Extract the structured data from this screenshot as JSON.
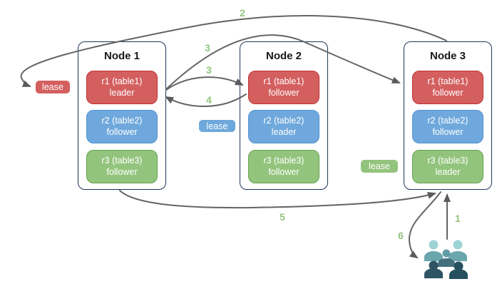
{
  "diagram": {
    "nodes": [
      {
        "title": "Node 1",
        "replicas": [
          {
            "name": "r1 (table1)",
            "role": "leader",
            "color": "red"
          },
          {
            "name": "r2 (table2)",
            "role": "follower",
            "color": "blue"
          },
          {
            "name": "r3 (table3)",
            "role": "follower",
            "color": "green"
          }
        ]
      },
      {
        "title": "Node 2",
        "replicas": [
          {
            "name": "r1 (table1)",
            "role": "follower",
            "color": "red"
          },
          {
            "name": "r2 (table2)",
            "role": "leader",
            "color": "blue"
          },
          {
            "name": "r3 (table3)",
            "role": "follower",
            "color": "green"
          }
        ]
      },
      {
        "title": "Node 3",
        "replicas": [
          {
            "name": "r1 (table1)",
            "role": "follower",
            "color": "red"
          },
          {
            "name": "r2 (table2)",
            "role": "follower",
            "color": "blue"
          },
          {
            "name": "r3 (table3)",
            "role": "leader",
            "color": "green"
          }
        ]
      }
    ],
    "leases": [
      {
        "label": "lease",
        "color": "red"
      },
      {
        "label": "lease",
        "color": "blue"
      },
      {
        "label": "lease",
        "color": "green"
      }
    ],
    "arrow_labels": [
      "2",
      "3",
      "3",
      "4",
      "5",
      "1",
      "6"
    ],
    "icons": {
      "users_group": "users-group-icon"
    },
    "colors": {
      "red_fill": "#d45f5f",
      "red_border": "#c03030",
      "blue_fill": "#6fa8dc",
      "blue_border": "#5392cf",
      "green_fill": "#93c47d",
      "green_border": "#64a351",
      "node_border": "#20355a",
      "arrow_gray": "#646464",
      "label_green": "#93c47d",
      "icon_teal_light": "#9fd4d6",
      "icon_teal_mid": "#6ba5ad",
      "icon_teal_center_head": "#5f9da7",
      "icon_slate_center_body": "#44707e",
      "icon_slate_dark": "#2e5363"
    }
  }
}
